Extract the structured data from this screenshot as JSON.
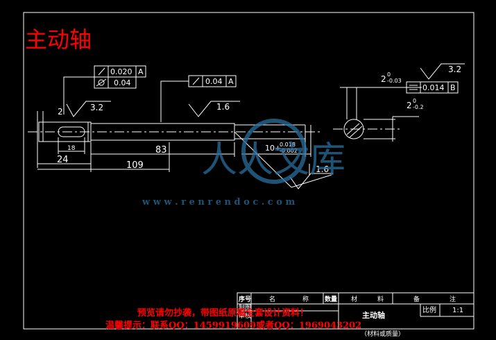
{
  "title": "主动轴",
  "gdt": {
    "runout_1": "0.020",
    "datum_1": "A",
    "cyl_1": "0.04",
    "runout_2": "0.04",
    "datum_2": "A",
    "sym_value": "0.014",
    "datum_3": "B"
  },
  "roughness": {
    "r1": "3.2",
    "r2": "1.6",
    "r3": "1.6",
    "r4": "3.2"
  },
  "dimensions": {
    "d2": "2",
    "d18": "18",
    "d83": "83",
    "d24": "24",
    "d109": "109",
    "tol_base": "10+",
    "tol_upper": "0.018",
    "tol_lower": "-0.002",
    "sec_dim1_base": "2",
    "sec_dim1_sup": "0",
    "sec_dim1_sub": "-0.03",
    "sec_dim2_base": "2",
    "sec_dim2_sup": "0",
    "sec_dim2_sub": "-0.2"
  },
  "watermark": {
    "logo_text": "人人文库",
    "url": "w w w . r e n r e n d o c . c o m"
  },
  "notice": {
    "line1": "预览请勿抄袭，带图纸原稿全套设计资料！",
    "line2": "温馨提示：联系QQ：1459919609或者QQ：1969043202"
  },
  "title_block": {
    "h_seq": "序号",
    "h_name": "名",
    "h_name2": "称",
    "h_qty": "数量",
    "h_mat": "材",
    "h_mat2": "料",
    "h_note": "备",
    "h_note2": "注",
    "r_draw": "制图",
    "r_check": "审核",
    "part_name": "主动轴",
    "scale_label": "比例",
    "scale_value": "1:1",
    "material_label": "（材料或质量）"
  },
  "colors": {
    "background": "#000000",
    "lines": "#ffffff",
    "title": "#ff0000",
    "watermark": "#2a6f9e"
  }
}
